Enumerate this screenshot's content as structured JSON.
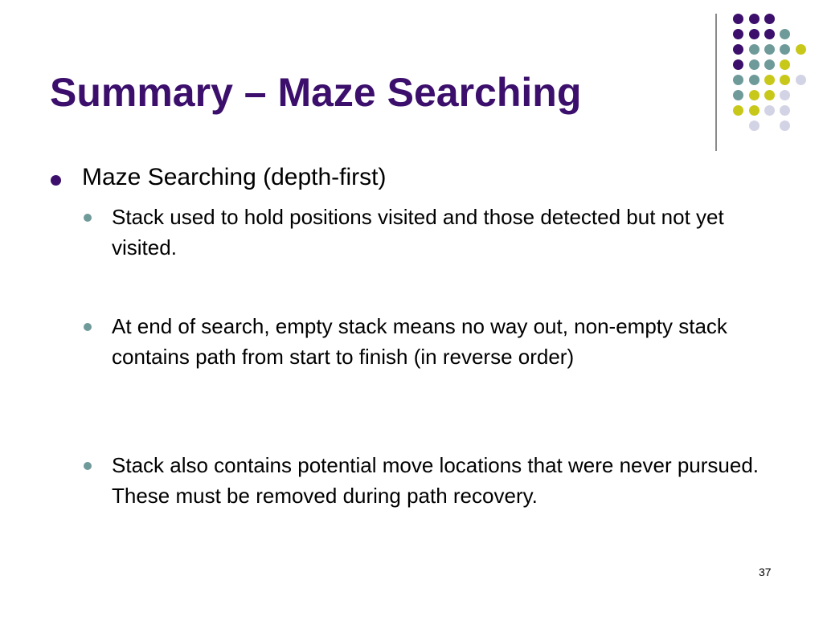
{
  "slide": {
    "title": "Summary – Maze Searching",
    "level1": "Maze Searching (depth-first)",
    "bullets": [
      "Stack used to hold positions visited and those detected but not yet visited.",
      "At end of search, empty stack means no way out, non-empty stack contains path from start to finish (in reverse order)",
      "Stack also contains potential move locations that were never pursued.  These must be removed during path recovery."
    ],
    "page_number": "37"
  },
  "colors": {
    "title": "#3b0f6b",
    "purple": "#3b0f6b",
    "teal": "#6f9a9a",
    "yellow": "#c8c81a",
    "lavender": "#d3d3e6"
  }
}
